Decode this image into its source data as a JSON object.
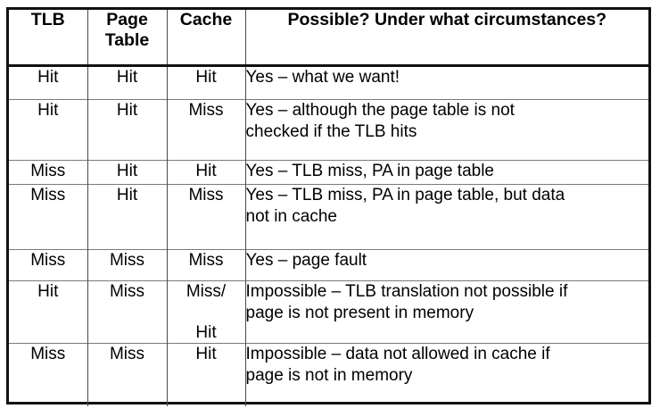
{
  "table": {
    "headers": {
      "tlb": "TLB",
      "page_table": "Page\nTable",
      "cache": "Cache",
      "description": "Possible?  Under what circumstances?"
    },
    "rows": [
      {
        "tlb": "Hit",
        "page_table": "Hit",
        "cache": "Hit",
        "description": "Yes – what we want!"
      },
      {
        "tlb": "Hit",
        "page_table": "Hit",
        "cache": "Miss",
        "description": "Yes – although the page table is not\nchecked if the TLB hits"
      },
      {
        "tlb": "Miss",
        "page_table": "Hit",
        "cache": "Hit",
        "description": "Yes – TLB miss, PA in page table"
      },
      {
        "tlb": "Miss",
        "page_table": "Hit",
        "cache": "Miss",
        "description": "Yes – TLB miss, PA in page table, but data\nnot in cache"
      },
      {
        "tlb": "Miss",
        "page_table": "Miss",
        "cache": "Miss",
        "description": "Yes – page fault"
      },
      {
        "tlb": "Hit",
        "page_table": "Miss",
        "cache": "Miss/\n\nHit",
        "description": "Impossible – TLB translation not possible if\npage is not present in memory"
      },
      {
        "tlb": "Miss",
        "page_table": "Miss",
        "cache": "Hit",
        "description": "Impossible – data not allowed in cache if\npage is not in memory"
      }
    ]
  },
  "colors": {
    "border_outer": "#111111",
    "border_inner": "#7a7a7a",
    "text": "#000000",
    "background": "#ffffff"
  }
}
